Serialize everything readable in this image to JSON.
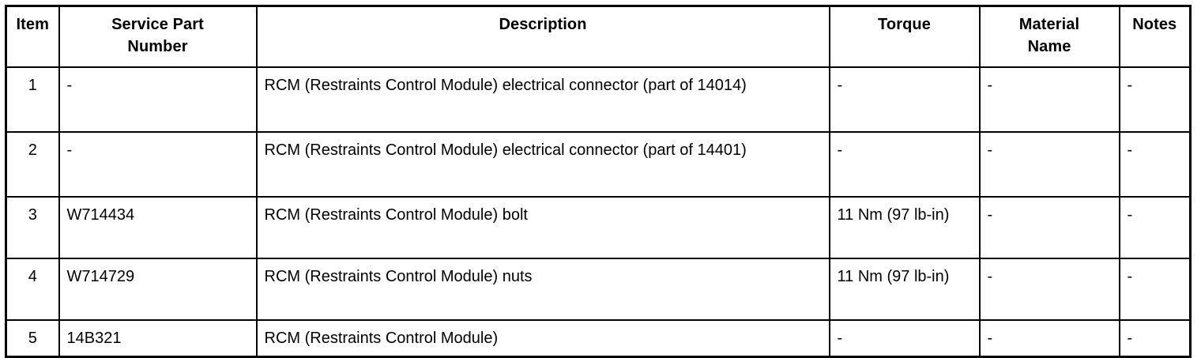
{
  "table": {
    "columns": [
      {
        "key": "item",
        "label": "Item"
      },
      {
        "key": "part",
        "label": "Service Part\nNumber"
      },
      {
        "key": "desc",
        "label": "Description"
      },
      {
        "key": "torque",
        "label": "Torque"
      },
      {
        "key": "material",
        "label": "Material\nName"
      },
      {
        "key": "notes",
        "label": "Notes"
      }
    ],
    "rows": [
      {
        "item": "1",
        "part": "-",
        "desc": "RCM (Restraints Control Module) electrical connector (part of 14014)",
        "torque": "-",
        "material": "-",
        "notes": "-"
      },
      {
        "item": "2",
        "part": "-",
        "desc": "RCM (Restraints Control Module) electrical connector (part of 14401)",
        "torque": "-",
        "material": "-",
        "notes": "-"
      },
      {
        "item": "3",
        "part": "W714434",
        "desc": "RCM (Restraints Control Module) bolt",
        "torque": "11 Nm (97 lb-in)",
        "material": "-",
        "notes": "-"
      },
      {
        "item": "4",
        "part": "W714729",
        "desc": "RCM (Restraints Control Module) nuts",
        "torque": "11 Nm (97 lb-in)",
        "material": "-",
        "notes": "-"
      },
      {
        "item": "5",
        "part": "14B321",
        "desc": "RCM (Restraints Control Module)",
        "torque": "-",
        "material": "-",
        "notes": "-"
      }
    ]
  },
  "colors": {
    "border": "#000000",
    "text": "#000000",
    "background": "#ffffff"
  }
}
